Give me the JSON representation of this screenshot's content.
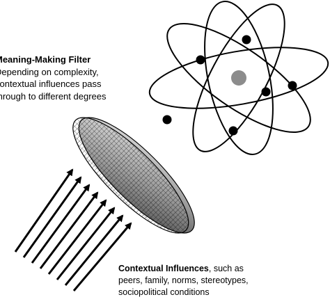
{
  "filter": {
    "title": "Meaning-Making Filter",
    "lines": [
      "Depending on complexity,",
      "contextual influences pass",
      "through to different degrees"
    ]
  },
  "context": {
    "title": "Contextual Influences",
    "title_suffix": ", such as",
    "lines": [
      "peers, family, norms, stereotypes,",
      "sociopolitical conditions"
    ]
  },
  "colors": {
    "nucleus": "#8c8c8c",
    "electron": "#000000",
    "filter_edge_light": "#d9d9d9",
    "filter_edge_dark": "#555555"
  }
}
